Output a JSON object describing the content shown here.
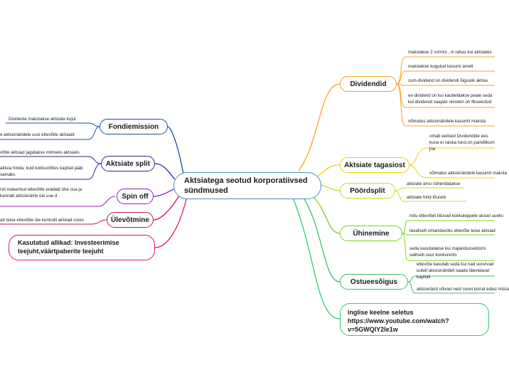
{
  "center": "Aktsiatega seotud korporatiivsed sündmused",
  "right_branches": {
    "dividendid": {
      "label": "Dividendid",
      "items": [
        "makstakse 2 vormis , ni  rahas kui aktsiates",
        "makstakse kogutud kasumi arvelt",
        "cum-dividend on dividendi õigusiik aktsia",
        "ex-dividend on kui  kaubeldakse peale seda kui dividendi saajate nimekiri on fikseeritud",
        "võimalus aktsionäridele kasumit maksta"
      ]
    },
    "tagasiost": {
      "label": "Aktsiate  tagasiost",
      "items": [
        "omab eelised Dividendide ees  kuna ei raiska turul,on paindlikum jne",
        "võimalus aktsionäridele kasumit maksta"
      ]
    },
    "poordsplit": {
      "label": "Pöördsplit",
      "items": [
        "aktsiate arvu vähendatakse",
        "aktsiate hind tõuseb"
      ]
    },
    "uhinemine": {
      "label": "Ühinemine",
      "items": [
        "mitu ettevõtet liituvad kokkuleppele alusel uueks",
        "tavaliselt omandavüks ettevõte teise aktsiad",
        "seda kasutatakse kui majandussektoris valitseb suur konkurents"
      ]
    },
    "ostueesoigus": {
      "label": "Ostueesõigus",
      "items": [
        "ettevõte kasutab seda kui nad soovivad uutelt aktsionäridelt saada täiendavat kapitali",
        "aktsionärid võivad neid soovi korral edasi müüa"
      ]
    },
    "inglise": {
      "text": "inglise keelne seletus https://www.youtube.com/watch?v=5GWQlY2le1w"
    }
  },
  "left_branches": {
    "fondiemission": {
      "label": "Fondiemission",
      "items": [
        "Dividente makstakse aktsiate kujul",
        "e aktsionäridele uusi ettevõtte aktsiaid"
      ]
    },
    "split": {
      "label": "Aktsiate  split",
      "items": [
        "võtte aktsiad jagatakse mitmeks aktsiaks",
        "aktsia hinda, kuid kokkuvõttes kapitali jääb samaks"
      ]
    },
    "spinoff": {
      "label": "Spin off",
      "items": [
        "rsil noteeritud ettevõtte eraldab ühe osa ja kannab aktsionärile üle uue d"
      ]
    },
    "ulevotmine": {
      "label": "Ülevõtmine",
      "items": [
        "ab teise ettevõtte üle kontrolli aktsiad ostes"
      ]
    },
    "allikad": {
      "text": "Kasutatud allikad: Investeerimise teejuht,väärtpaberite teejuht"
    }
  },
  "colors": {
    "center": "#4a90c8",
    "dividendid": "#f5a623",
    "tagasiost": "#f0d000",
    "poordsplit": "#c8dc1e",
    "uhinemine": "#7ed321",
    "ostueesoigus": "#3cbf6a",
    "inglise": "#2ecc71",
    "fondiemission": "#1f4e9c",
    "split": "#3a1f9c",
    "spinoff": "#8e24aa",
    "ulevotmine": "#c2185b",
    "allikad": "#d81b60"
  }
}
